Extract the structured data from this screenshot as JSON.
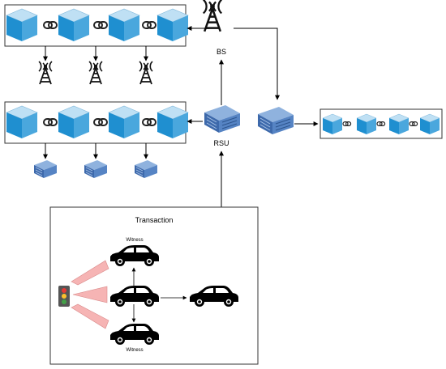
{
  "labels": {
    "bs": "BS",
    "rsu": "RSU",
    "transaction": "Transaction",
    "witness_top": "Witness",
    "witness_bottom": "Witness"
  },
  "colors": {
    "cube_top": "#bfe0f4",
    "cube_front": "#1f8fd0",
    "cube_side": "#4aa7dd",
    "server": "#4a76b6",
    "stroke": "#000000",
    "beam": "#f6b4b4"
  },
  "icons": [
    "cube-icon",
    "chain-link-icon",
    "antenna-tower-icon",
    "server-icon",
    "car-icon",
    "traffic-light-icon"
  ]
}
